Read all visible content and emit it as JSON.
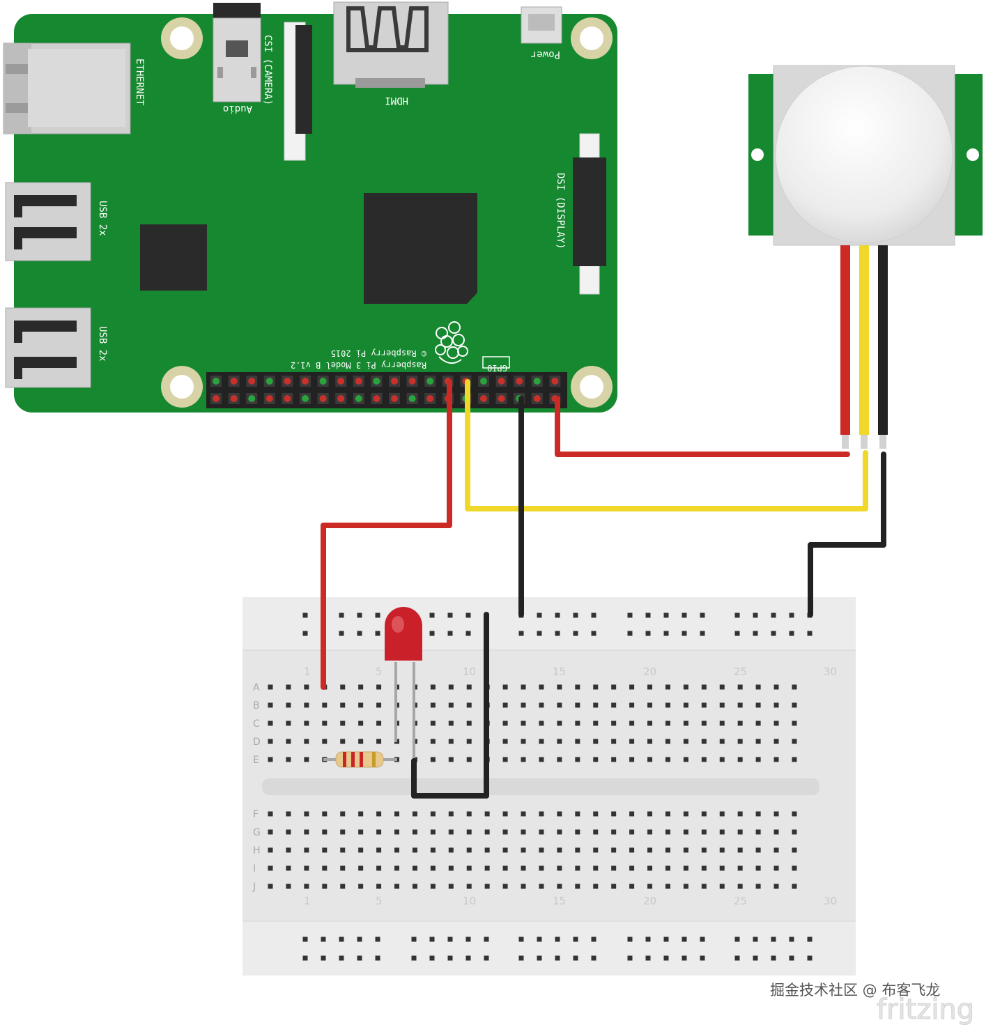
{
  "board": {
    "ethernet_label": "ETHERNET",
    "audio_label": "Audio",
    "camera_label": "CSI (CAMERA)",
    "hdmi_label": "HDMI",
    "power_label": "Power",
    "display_label": "DSI (DISPLAY)",
    "usb_label_1": "USB 2x",
    "usb_label_2": "USB 2x",
    "model_label": "Raspberry Pi 3 Model B v1.2",
    "copyright_label": "© Raspberry Pi 2015",
    "gpio_label": "GPIO",
    "color": "#16882f",
    "pin_columns": 20
  },
  "breadboard": {
    "top_numbers": [
      "1",
      "5",
      "10",
      "15",
      "20",
      "25",
      "30"
    ],
    "bottom_numbers": [
      "1",
      "5",
      "10",
      "15",
      "20",
      "25",
      "30"
    ],
    "rows_top": [
      "A",
      "B",
      "C",
      "D",
      "E"
    ],
    "rows_bottom": [
      "F",
      "G",
      "H",
      "I",
      "J"
    ],
    "columns": 30
  },
  "wires": {
    "red": "#cc2a24",
    "yellow": "#efd829",
    "black": "#222222"
  },
  "watermark": {
    "community": "掘金技术社区 @ 布客飞龙",
    "logo": "fritzing"
  }
}
